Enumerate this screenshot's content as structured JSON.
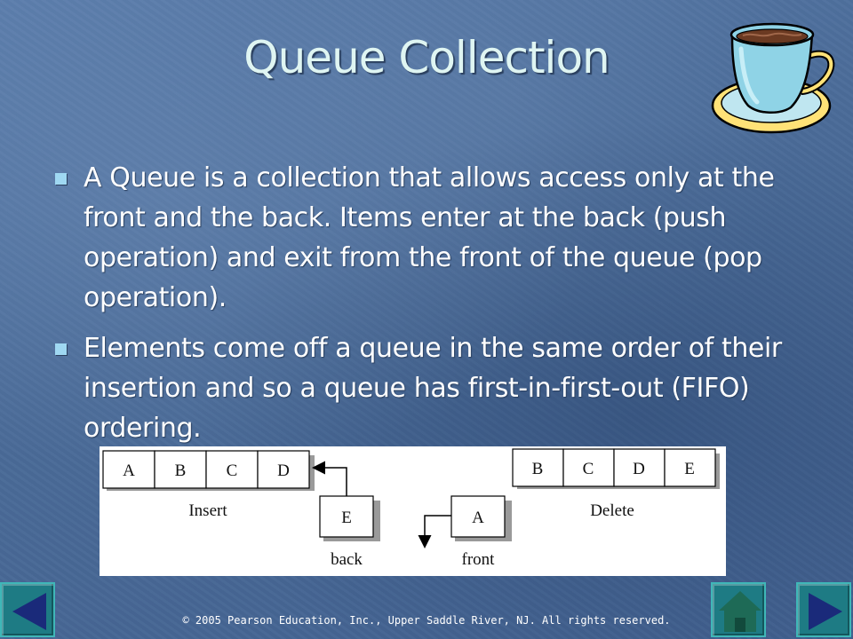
{
  "slide": {
    "title": "Queue Collection",
    "bullets": [
      "A Queue is a collection that allows access only at the front and the back.  Items enter at the back (push operation) and exit from the front of the queue (pop operation).",
      "Elements come off a queue in the same order of their insertion and so a queue has first-in-first-out (FIFO) ordering."
    ],
    "footer": "© 2005 Pearson Education, Inc., Upper Saddle River, NJ.  All rights reserved."
  },
  "diagram": {
    "insert_queue": [
      "A",
      "B",
      "C",
      "D"
    ],
    "insert_item": "E",
    "insert_label": "Insert",
    "back_label": "back",
    "removed_item": "A",
    "front_label": "front",
    "delete_queue": [
      "B",
      "C",
      "D",
      "E"
    ],
    "delete_label": "Delete"
  },
  "icons": {
    "cup": "coffee-cup-icon",
    "prev": "previous-arrow-icon",
    "home": "home-icon",
    "next": "next-arrow-icon"
  },
  "colors": {
    "background": "#4a6d9c",
    "title": "#dff5f2",
    "bullet_marker": "#9fd8f2",
    "nav_button": "#1e7b84",
    "nav_arrow": "#1a2a7a"
  }
}
